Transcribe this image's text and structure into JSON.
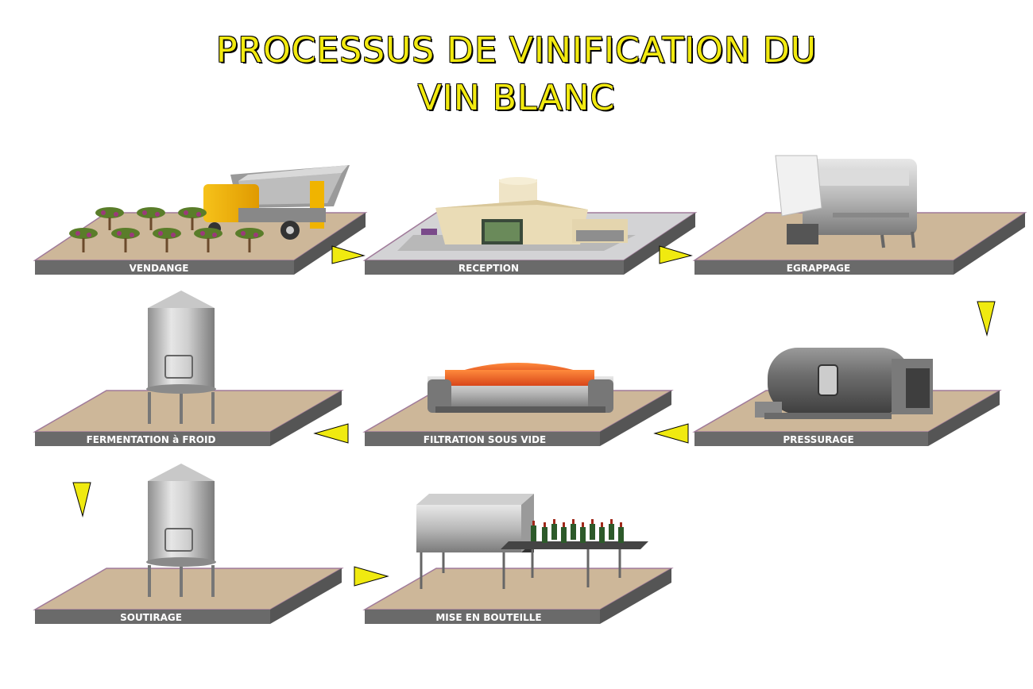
{
  "title": {
    "line1": "PROCESSUS DE VINIFICATION DU",
    "line2": "VIN BLANC",
    "color": "#f2ea10"
  },
  "steps": [
    {
      "label": "VENDANGE",
      "illustration": "grape-harvester-icon"
    },
    {
      "label": "RECEPTION",
      "illustration": "reception-building-icon"
    },
    {
      "label": "EGRAPPAGE",
      "illustration": "destemmer-machine-icon"
    },
    {
      "label": "FERMENTATION à FROID",
      "illustration": "fermentation-tank-icon"
    },
    {
      "label": "FILTRATION SOUS VIDE",
      "illustration": "vacuum-filter-icon"
    },
    {
      "label": "PRESSURAGE",
      "illustration": "wine-press-icon"
    },
    {
      "label": "SOUTIRAGE",
      "illustration": "racking-tank-icon"
    },
    {
      "label": "MISE EN BOUTEILLE",
      "illustration": "bottling-line-icon"
    }
  ],
  "colors": {
    "platform_top": "#cdb799",
    "platform_top_reception": "#d3d3d5",
    "platform_front": "#6a6a6a",
    "platform_edge": "#a07a9a",
    "arrow": "#f0ea10"
  }
}
